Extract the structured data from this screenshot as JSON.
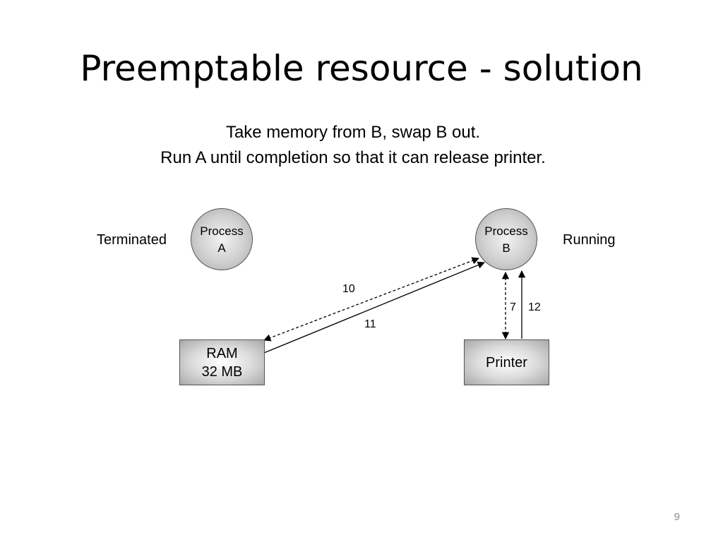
{
  "slide": {
    "title": "Preemptable resource - solution",
    "subtitle_line1": "Take memory from B, swap B out.",
    "subtitle_line2": "Run A until completion so that it can release printer.",
    "page_number": "9"
  },
  "diagram": {
    "process_a": {
      "line1": "Process",
      "line2": "A",
      "state": "Terminated"
    },
    "process_b": {
      "line1": "Process",
      "line2": "B",
      "state": "Running"
    },
    "ram": {
      "line1": "RAM",
      "line2": "32 MB"
    },
    "printer": {
      "label": "Printer"
    },
    "edge_labels": {
      "e10": "10",
      "e11": "11",
      "e7": "7",
      "e12": "12"
    }
  }
}
